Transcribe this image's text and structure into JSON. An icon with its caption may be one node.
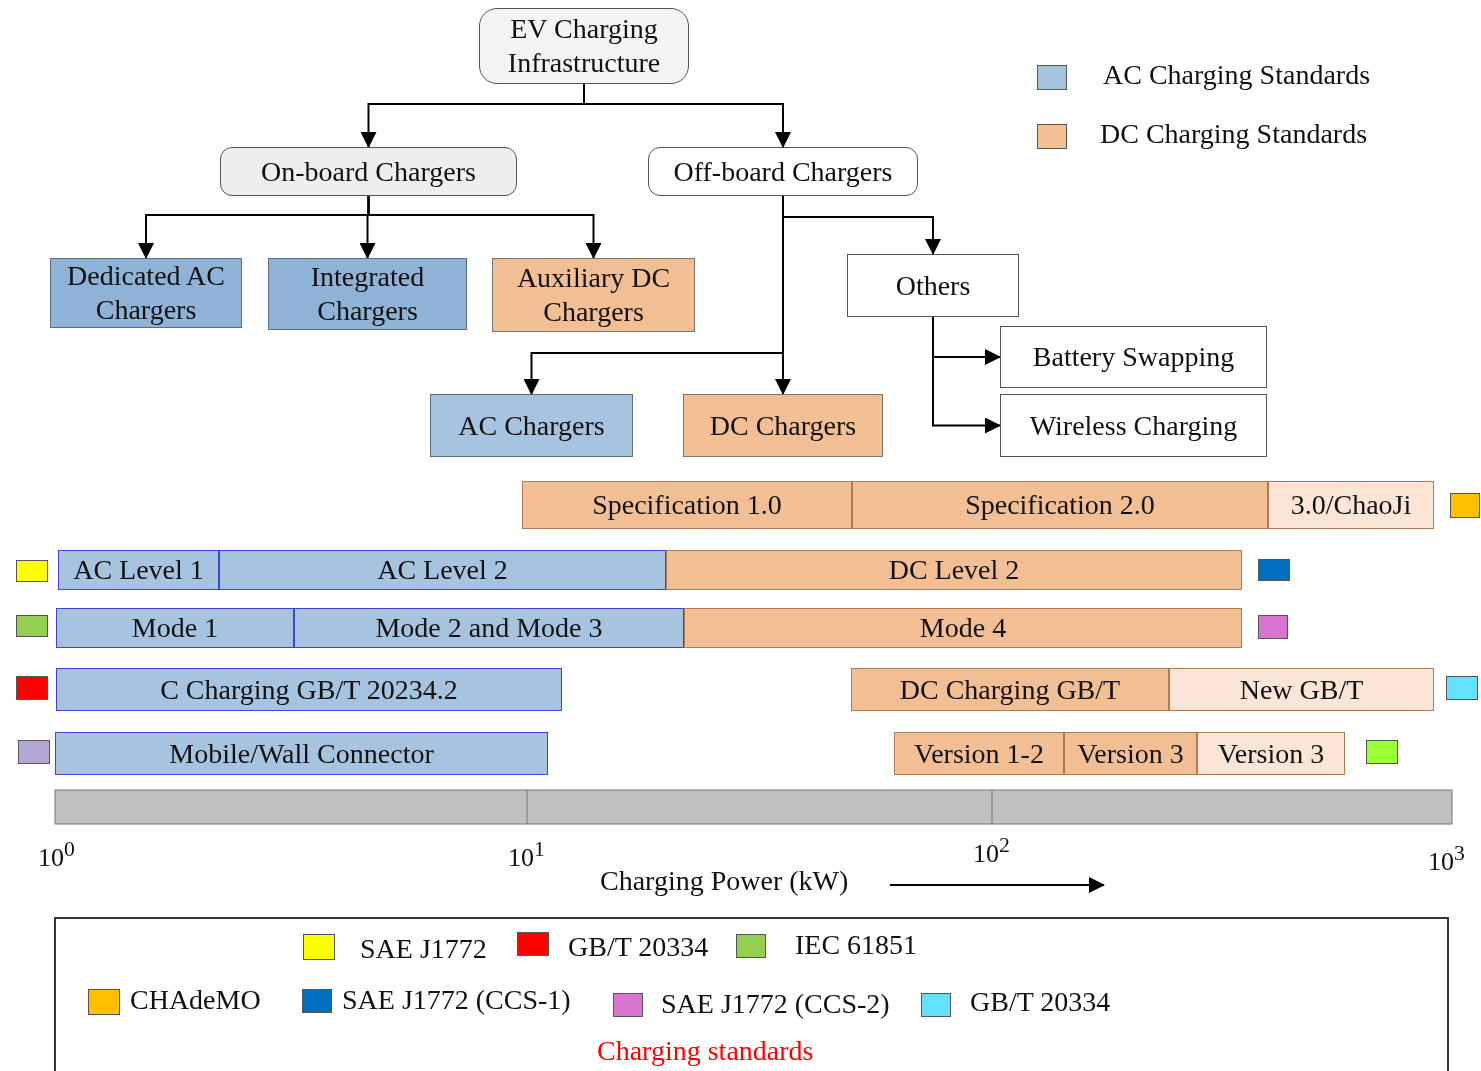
{
  "diagram": {
    "nodes": [
      {
        "text": [
          "EV Charging Infrastructure"
        ]
      },
      {
        "text": [
          "On-board Chargers"
        ]
      },
      {
        "text": [
          "Off-board Chargers"
        ]
      },
      {
        "text": [
          "Dedicated AC Chargers"
        ]
      },
      {
        "text": [
          "Integrated Chargers"
        ]
      },
      {
        "text": [
          "Auxiliary DC Chargers"
        ]
      },
      {
        "text": [
          "Others"
        ]
      },
      {
        "text": [
          "Battery Swapping"
        ]
      },
      {
        "text": [
          "AC Chargers"
        ]
      },
      {
        "text": [
          "DC Chargers"
        ]
      },
      {
        "text": [
          "Wireless Charging"
        ]
      },
      {
        "text": [
          "Specification 1.0"
        ]
      },
      {
        "text": [
          "Specification 2.0"
        ]
      },
      {
        "text": [
          "3.0/ChaoJi"
        ]
      },
      {
        "text": [
          "AC Level 1"
        ]
      },
      {
        "text": [
          "AC Level 2"
        ]
      },
      {
        "text": [
          "DC Level 2"
        ]
      },
      {
        "text": [
          "Mode 1"
        ]
      },
      {
        "text": [
          "Mode 2 and Mode 3"
        ]
      },
      {
        "text": [
          "Mode 4"
        ]
      },
      {
        "text": [
          "C Charging GB/T 20234.2"
        ]
      },
      {
        "text": [
          "DC Charging GB/T"
        ]
      },
      {
        "text": [
          "New GB/T"
        ]
      },
      {
        "text": [
          "Mobile/Wall Connector"
        ]
      },
      {
        "text": [
          "Version 1-2"
        ]
      },
      {
        "text": [
          "Version 3"
        ]
      },
      {
        "text": [
          "Version 3"
        ]
      }
    ],
    "edges": [
      {
        "from": 0,
        "to": 1,
        "arrow": "to"
      },
      {
        "from": 0,
        "to": 2,
        "arrow": "to"
      },
      {
        "from": 1,
        "to": 3,
        "arrow": "to"
      },
      {
        "from": 1,
        "to": 4,
        "arrow": "to"
      },
      {
        "from": 1,
        "to": 5,
        "arrow": "to"
      },
      {
        "from": 2,
        "to": 6,
        "arrow": "to"
      },
      {
        "from": 2,
        "to": 8,
        "arrow": "to"
      },
      {
        "from": 2,
        "to": 9,
        "arrow": "to"
      },
      {
        "from": 6,
        "to": 7,
        "arrow": "to"
      },
      {
        "from": 6,
        "to": 10,
        "arrow": "to"
      }
    ],
    "labels": [
      "10$^{0}$",
      "10$^{1}$",
      "10$^{2}$",
      "10$^{3}$",
      "Charging Power (kW)",
      "Charging standards"
    ],
    "legend": [
      {
        "text": "AC Charging Standards",
        "color": "#a6c3df"
      },
      {
        "text": "DC Charging Standards",
        "color": "#f2bf95"
      },
      {
        "text": "SAE J1772",
        "color": "#ffff00"
      },
      {
        "text": "GB/T 20334",
        "color": "#ff0000"
      },
      {
        "text": "IEC 61851",
        "color": "#92d050"
      },
      {
        "text": "CHAdeMO",
        "color": "#ffc000"
      },
      {
        "text": "SAE J1772 (CCS-1)",
        "color": "#0070c0"
      },
      {
        "text": "SAE J1772 (CCS-2)",
        "color": "#d973d0"
      },
      {
        "text": "GB/T 20334",
        "color": "#66e0ff"
      }
    ]
  }
}
